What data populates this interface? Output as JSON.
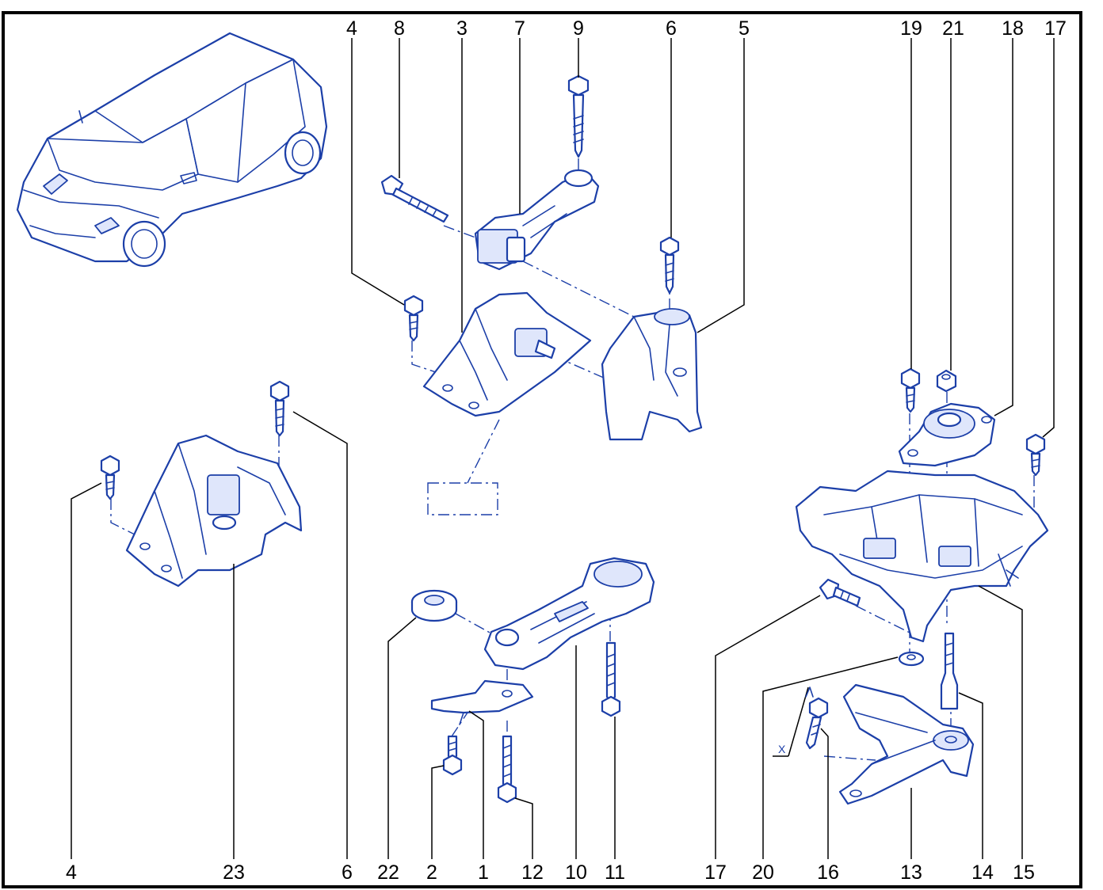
{
  "diagram": {
    "callouts_top": [
      "4",
      "8",
      "3",
      "7",
      "9",
      "6",
      "5",
      "19",
      "21",
      "18",
      "17"
    ],
    "callouts_bottom": [
      "4",
      "23",
      "6",
      "22",
      "2",
      "1",
      "12",
      "10",
      "11",
      "17",
      "20",
      "16",
      "13",
      "14",
      "15"
    ],
    "dimension_label": "X"
  },
  "colors": {
    "line": "#1c3fa8",
    "fill_shade": "#dfe6fb",
    "frame": "#000000"
  }
}
